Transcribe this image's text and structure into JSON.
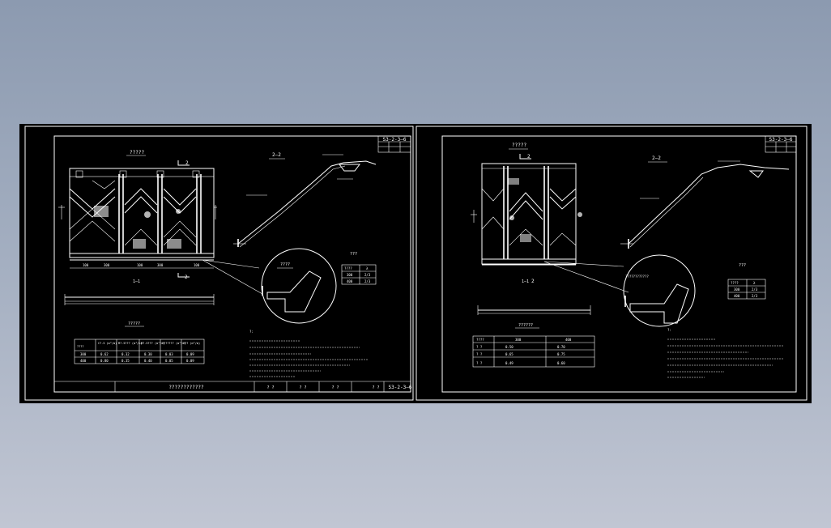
{
  "drawing": {
    "left": {
      "sheet_code": "S3-2-3—6",
      "plan_title": "?????",
      "section_title": "2—2",
      "section_mark": "2",
      "section_bottom_mark": "1—1",
      "detail_title": "????",
      "small_table_title": "???",
      "main_table_title": "?????",
      "notes_title": "?:",
      "footer_title": "????????????",
      "footer_a": "? ?",
      "footer_b": "? ?",
      "footer_c": "? ?",
      "footer_d": "? ?",
      "dims": [
        "100",
        "300",
        "100",
        "300",
        "100"
      ],
      "small_table": {
        "headers": [
          "????",
          "λ"
        ],
        "rows": [
          [
            "300",
            "2/3"
          ],
          [
            "400",
            "2/3"
          ]
        ]
      },
      "main_table": {
        "headers": [
          "????",
          "C7.5\n(m³/m)",
          "M7.5???\n(m³/m)",
          "M7.5???\n(m³/m)",
          "???????\n(m³/m)",
          "???\n(m³/m)"
        ],
        "rows": [
          [
            "300",
            "0.62",
            "0.32",
            "0.30",
            "0.03",
            "0.09"
          ],
          [
            "400",
            "0.80",
            "0.35",
            "0.40",
            "0.05",
            "0.09"
          ]
        ]
      }
    },
    "right": {
      "sheet_code": "S3-2-3—6",
      "plan_title": "?????",
      "section_title": "2—2",
      "section_mark": "2",
      "section_bottom_mark": "1—1",
      "detail_title": "????????????",
      "small_table_title": "???",
      "main_table_title": "??????",
      "notes_title": "?:",
      "small_table": {
        "headers": [
          "????",
          "λ"
        ],
        "rows": [
          [
            "300",
            "2/3"
          ],
          [
            "400",
            "2/3"
          ]
        ]
      },
      "main_table": {
        "headers": [
          "????",
          "300",
          "400"
        ],
        "rows": [
          [
            "? ?",
            "0.50",
            "0.70"
          ],
          [
            "? ?",
            "0.65",
            "0.75"
          ],
          [
            "? ?",
            "0.49",
            "0.60"
          ]
        ]
      }
    }
  },
  "colors": {
    "background_top": "#8c9ab0",
    "background_bottom": "#c1c6d3",
    "viewport": "#000000",
    "lines": "#ffffff"
  }
}
